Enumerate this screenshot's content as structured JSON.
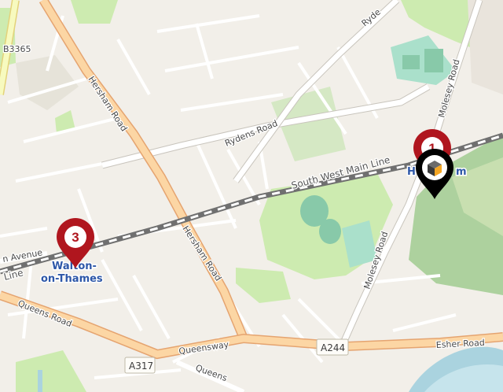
{
  "map": {
    "road_labels": {
      "b3365": "B3365",
      "hersham_road_north": "Hersham Road",
      "rydens_road": "Rydens Road",
      "rydens_top": "Ryde",
      "molesey_road_north": "Molesey Road",
      "molesey_road_south": "Molesey Road",
      "hersham_road_south": "Hersham Road",
      "avenue": "n Avenue",
      "queens_road": "Queens Road",
      "queensway": "Queensway",
      "queens_lower": "Queens",
      "esher_road": "Esher Road"
    },
    "shields": {
      "a317": "A317",
      "a244": "A244"
    },
    "rail": {
      "main_line": "South West Main Line",
      "line_left": "Line"
    },
    "places": {
      "walton_line1": "Walton-",
      "walton_line2": "on-Thames",
      "hersham_prefix": "H",
      "hersham_suffix": "m"
    },
    "markers": [
      {
        "label": "1",
        "color": "#b0161e"
      },
      {
        "label": "3",
        "color": "#b0161e"
      }
    ],
    "poi_marker": {
      "icon": "station-cube-icon",
      "color": "#000000",
      "accent": "#f5a623"
    }
  }
}
